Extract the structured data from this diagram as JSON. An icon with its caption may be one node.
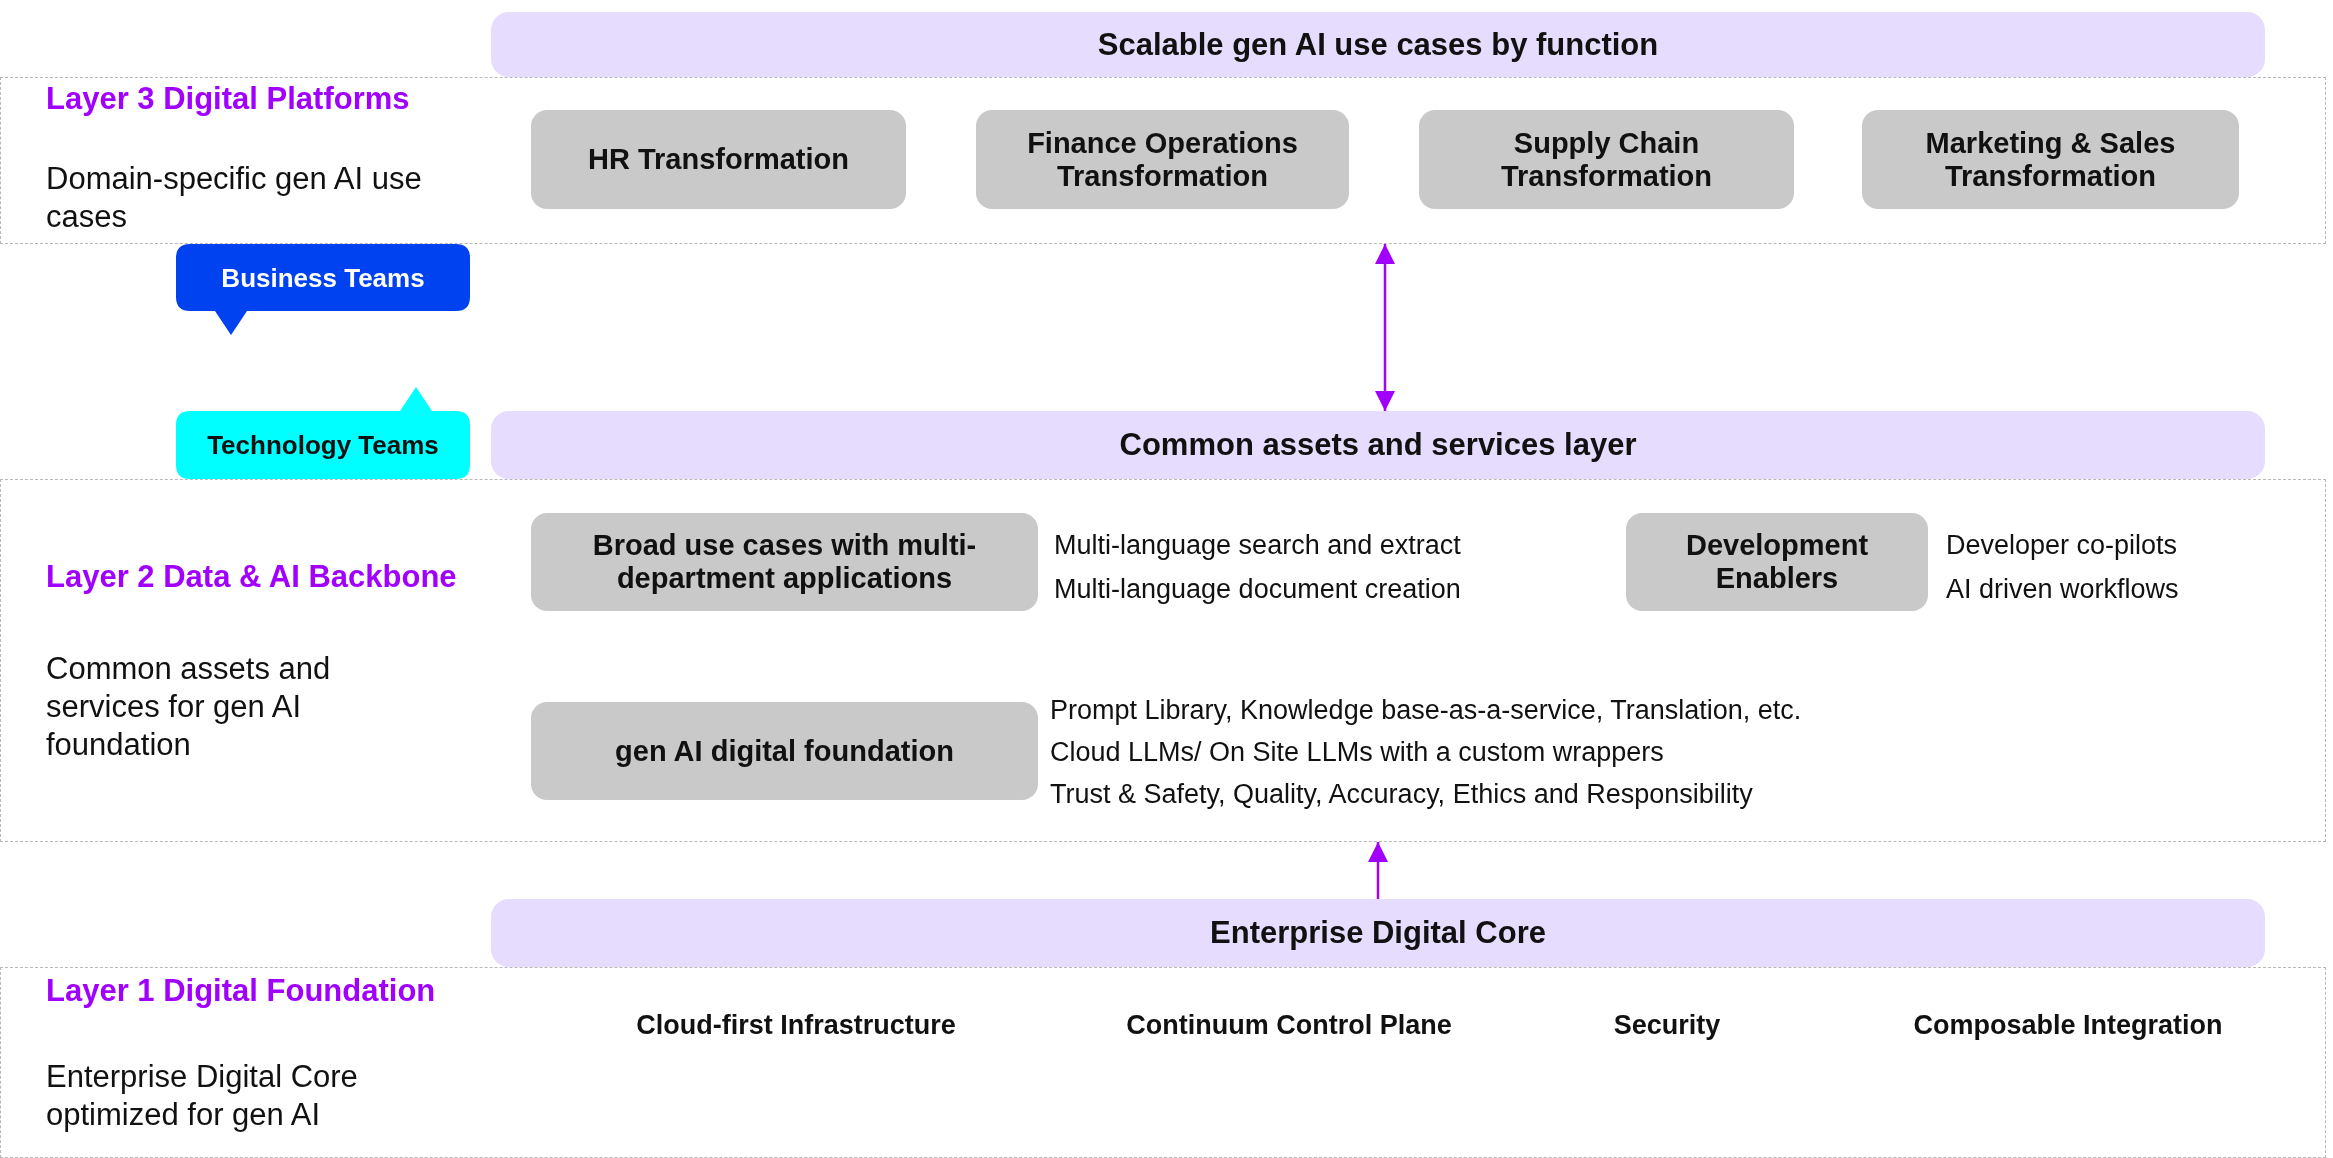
{
  "diagram": {
    "nodes": [
      {
        "text": [
          "Layer 3 Digital Platforms",
          "Domain-specific gen AI use cases"
        ]
      },
      {
        "text": [
          "Scalable gen AI use cases by function"
        ]
      },
      {
        "text": [
          "HR Transformation"
        ],
        "in": 0
      },
      {
        "text": [
          "Finance Operations Transformation"
        ],
        "in": 0
      },
      {
        "text": [
          "Supply Chain Transformation"
        ],
        "in": 0
      },
      {
        "text": [
          "Marketing & Sales Transformation"
        ],
        "in": 0
      },
      {
        "text": [
          "Business Teams"
        ]
      },
      {
        "text": [
          "Technology Teams"
        ]
      },
      {
        "text": [
          "Layer 2 Data & AI Backbone",
          "Common assets and services for gen AI foundation"
        ]
      },
      {
        "text": [
          "Common assets and services layer"
        ]
      },
      {
        "text": [
          "Broad use cases with multi-department applications"
        ],
        "in": 8,
        "beside": [
          "Multi-language search and extract",
          "Multi-language document creation"
        ]
      },
      {
        "text": [
          "Development Enablers"
        ],
        "in": 8,
        "beside": [
          "Developer co-pilots",
          "AI driven workflows"
        ]
      },
      {
        "text": [
          "gen AI digital foundation"
        ],
        "in": 8,
        "beside": [
          "Prompt Library, Knowledge base-as-a-service, Translation, etc.",
          "Cloud LLMs/ On Site LLMs with a custom wrappers",
          "Trust & Safety, Quality, Accuracy, Ethics and Responsibility"
        ]
      },
      {
        "text": [
          "Layer 1 Digital Foundation",
          "Enterprise Digital Core optimized for gen AI"
        ]
      },
      {
        "text": [
          "Enterprise Digital Core"
        ]
      }
    ],
    "edges": [
      {
        "from": 9,
        "to": 0,
        "arrow": "both"
      },
      {
        "from": 14,
        "to": 8,
        "arrow": "to"
      }
    ],
    "labels": [
      "Cloud-first Infrastructure",
      "Continuum Control Plane",
      "Security",
      "Composable Integration"
    ]
  }
}
